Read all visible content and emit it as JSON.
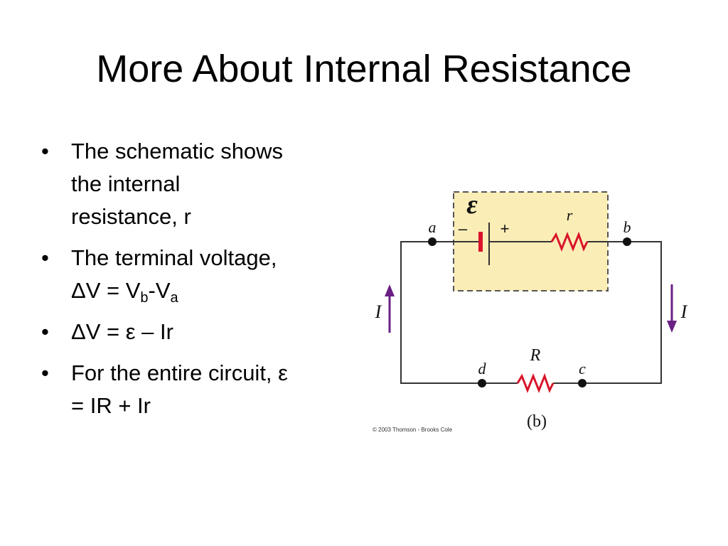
{
  "slide": {
    "title": "More About Internal Resistance"
  },
  "bullets": {
    "marker": "•",
    "b1_l1": "The schematic shows",
    "b1_l2": "the internal",
    "b1_l3": "resistance, r",
    "b2_l1": "The terminal voltage,",
    "b2_l2_a": "ΔV = V",
    "b2_l2_sub_b": "b",
    "b2_l2_mid": "-V",
    "b2_l2_sub_a": "a",
    "b3": "ΔV = ε – Ir",
    "b4_l1": "For the entire circuit, ε",
    "b4_l2": "= IR + Ir"
  },
  "diagram": {
    "emf_symbol": "ε",
    "minus": "–",
    "plus": "+",
    "label_a": "a",
    "label_b": "b",
    "label_c": "c",
    "label_d": "d",
    "label_r": "r",
    "label_R": "R",
    "label_I_left": "I",
    "label_I_right": "I",
    "caption": "(b)",
    "copyright": "© 2003 Thomson - Brooks Cole",
    "colors": {
      "wire": "#333333",
      "resistor": "#d9142a",
      "arrow": "#6a1f84",
      "box_fill": "#fbedb6",
      "box_border": "#555555",
      "battery_neg": "#d9142a"
    }
  }
}
